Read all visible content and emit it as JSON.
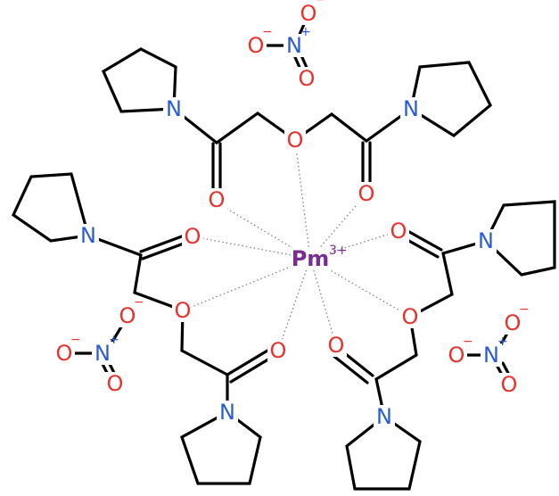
{
  "molecule": {
    "metal": {
      "symbol": "Pm",
      "charge": "3+",
      "color": "#7a2d91"
    },
    "atom_colors": {
      "O": "#e8312a",
      "N": "#2a5bd7",
      "bond": "#000000"
    },
    "labels": {
      "O": "O",
      "N": "N",
      "minus": "−",
      "plus": "+"
    },
    "nitrate_count": 3,
    "ligand_count": 3
  }
}
